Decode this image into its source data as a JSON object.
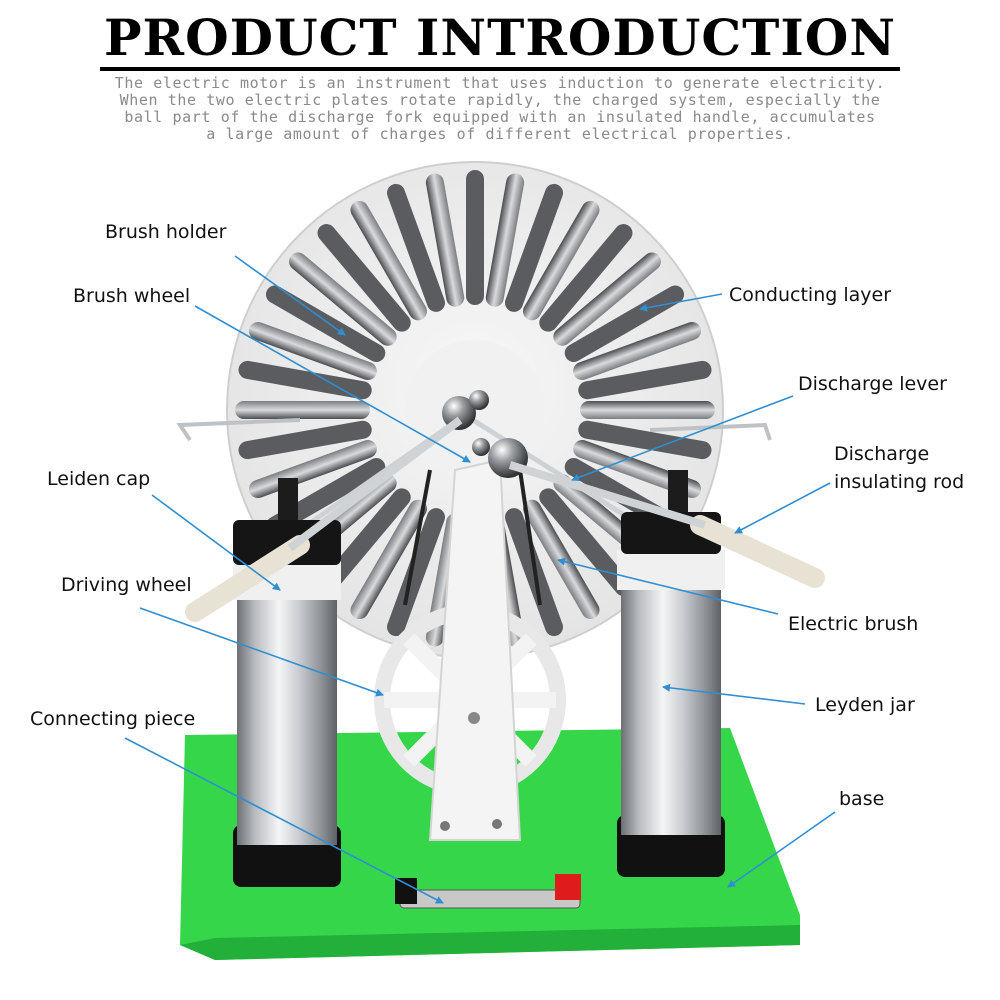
{
  "header": {
    "title": "PRODUCT INTRODUCTION",
    "intro_lines": [
      "The electric motor is an instrument that uses induction to generate electricity.",
      "When the two electric plates rotate rapidly, the charged system, especially the",
      "ball part of the discharge fork equipped with an insulated handle, accumulates",
      "a large amount of charges of different electrical properties."
    ]
  },
  "labels": {
    "brush_holder": "Brush holder",
    "brush_wheel": "Brush wheel",
    "leiden_cap": "Leiden cap",
    "driving_wheel": "Driving wheel",
    "connecting_piece": "Connecting piece",
    "conducting_layer": "Conducting layer",
    "discharge_lever": "Discharge lever",
    "discharge_insulating_rod_line1": "Discharge",
    "discharge_insulating_rod_line2": "insulating rod",
    "electric_brush": "Electric brush",
    "leyden_jar": "Leyden jar",
    "base": "base"
  },
  "colors": {
    "base_green": "#35d64a",
    "arrow_blue": "#2f8fd1"
  }
}
